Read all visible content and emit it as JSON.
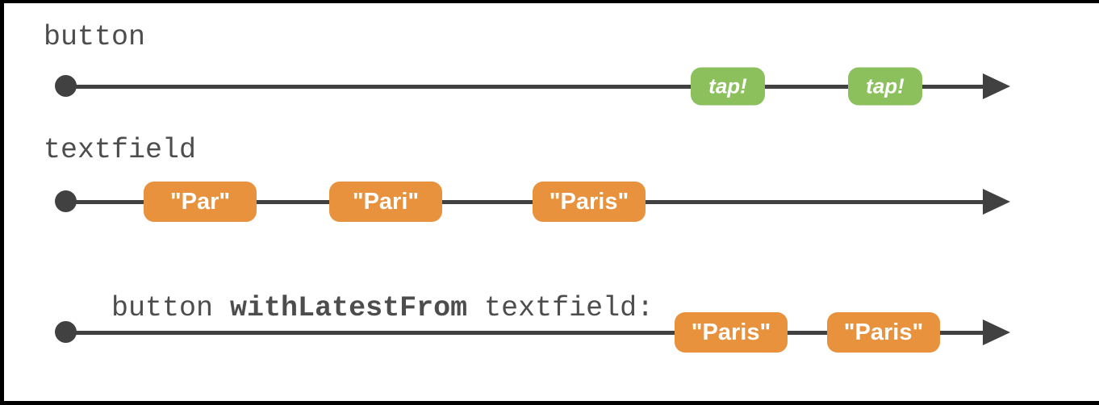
{
  "colors": {
    "background": "#ffffff",
    "frame": "#000000",
    "line": "#414141",
    "label": "#4d4d4d",
    "green_event": "#8bc05c",
    "orange_event": "#e8923e",
    "event_text": "#ffffff"
  },
  "rows": [
    {
      "label": "button",
      "events": [
        {
          "text": "tap!"
        },
        {
          "text": "tap!"
        }
      ]
    },
    {
      "label": "textfield",
      "events": [
        {
          "text": "\"Par\""
        },
        {
          "text": "\"Pari\""
        },
        {
          "text": "\"Paris\""
        }
      ]
    },
    {
      "label_pre": "button ",
      "label_bold": "withLatestFrom",
      "label_post": " textfield:",
      "events": [
        {
          "text": "\"Paris\""
        },
        {
          "text": "\"Paris\""
        }
      ]
    }
  ]
}
